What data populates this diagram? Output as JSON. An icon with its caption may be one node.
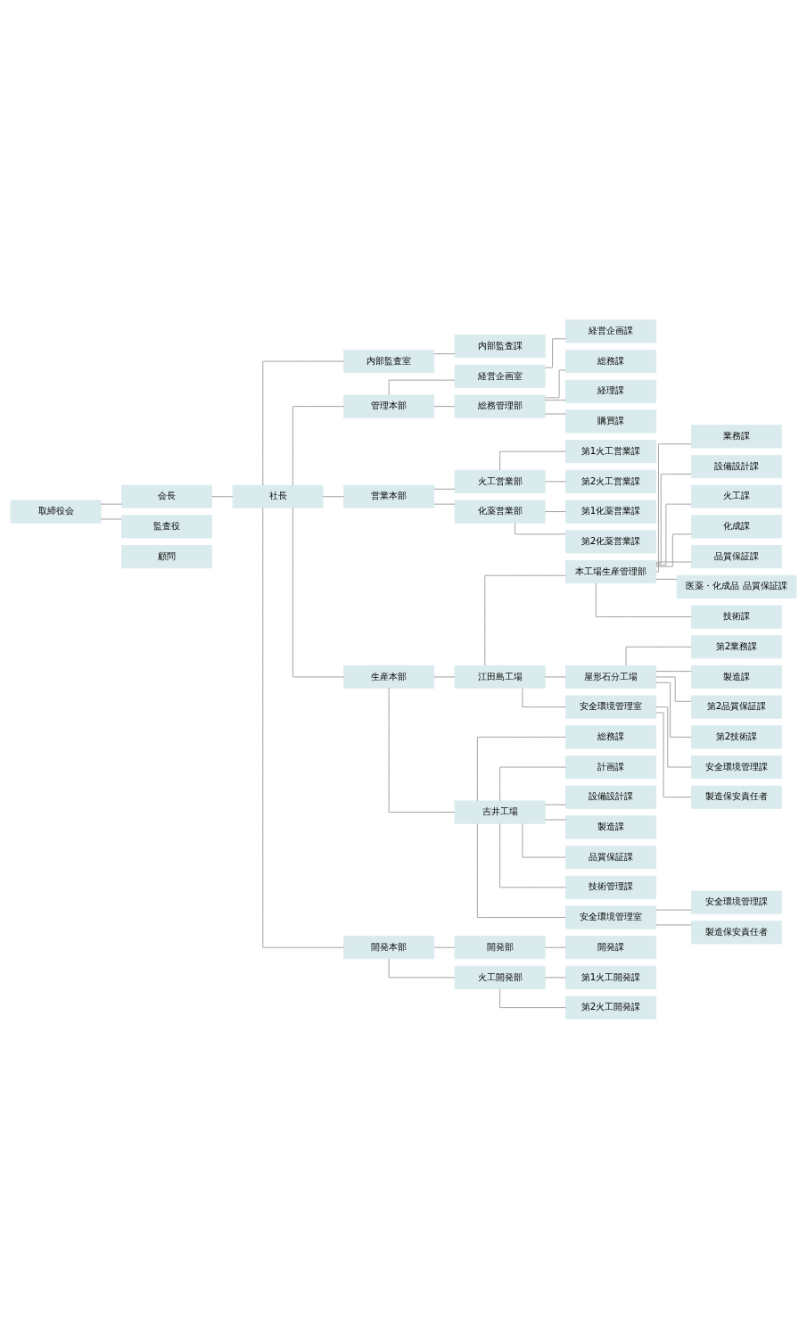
{
  "diagram": {
    "nodes": [
      {
        "text": [
          "取締役会"
        ]
      },
      {
        "text": [
          "会長"
        ]
      },
      {
        "text": [
          "社長"
        ]
      },
      {
        "text": [
          "監査役"
        ]
      },
      {
        "text": [
          "顧問"
        ]
      },
      {
        "text": [
          "内部監査室"
        ]
      },
      {
        "text": [
          "内部監査課"
        ]
      },
      {
        "text": [
          "管理本部"
        ]
      },
      {
        "text": [
          "経営企画室"
        ]
      },
      {
        "text": [
          "経営企画課"
        ]
      },
      {
        "text": [
          "総務管理部"
        ]
      },
      {
        "text": [
          "総務課"
        ]
      },
      {
        "text": [
          "経理課"
        ]
      },
      {
        "text": [
          "購買課"
        ]
      },
      {
        "text": [
          "営業本部"
        ]
      },
      {
        "text": [
          "火工営業部"
        ]
      },
      {
        "text": [
          "第1火工営業課"
        ]
      },
      {
        "text": [
          "第2火工営業課"
        ]
      },
      {
        "text": [
          "化薬営業部"
        ]
      },
      {
        "text": [
          "第1化薬営業課"
        ]
      },
      {
        "text": [
          "第2化薬営業課"
        ]
      },
      {
        "text": [
          "生産本部"
        ]
      },
      {
        "text": [
          "江田島工場"
        ]
      },
      {
        "text": [
          "本工場生産管理部"
        ]
      },
      {
        "text": [
          "業務課"
        ]
      },
      {
        "text": [
          "設備設計課"
        ]
      },
      {
        "text": [
          "火工課"
        ]
      },
      {
        "text": [
          "化成課"
        ]
      },
      {
        "text": [
          "品質保証課"
        ]
      },
      {
        "text": [
          "医薬・化成品 品質保証課"
        ]
      },
      {
        "text": [
          "技術課"
        ]
      },
      {
        "text": [
          "屋形石分工場"
        ]
      },
      {
        "text": [
          "第2業務課"
        ]
      },
      {
        "text": [
          "製造課"
        ]
      },
      {
        "text": [
          "第2品質保証課"
        ]
      },
      {
        "text": [
          "第2技術課"
        ]
      },
      {
        "text": [
          "安全環境管理室"
        ]
      },
      {
        "text": [
          "安全環境管理課"
        ]
      },
      {
        "text": [
          "製造保安責任者"
        ]
      },
      {
        "text": [
          "吉井工場"
        ]
      },
      {
        "text": [
          "総務課"
        ]
      },
      {
        "text": [
          "計画課"
        ]
      },
      {
        "text": [
          "設備設計課"
        ]
      },
      {
        "text": [
          "製造課"
        ]
      },
      {
        "text": [
          "品質保証課"
        ]
      },
      {
        "text": [
          "技術管理課"
        ]
      },
      {
        "text": [
          "安全環境管理室"
        ]
      },
      {
        "text": [
          "安全環境管理課"
        ]
      },
      {
        "text": [
          "製造保安責任者"
        ]
      },
      {
        "text": [
          "開発本部"
        ]
      },
      {
        "text": [
          "開発部"
        ]
      },
      {
        "text": [
          "開発課"
        ]
      },
      {
        "text": [
          "火工開発部"
        ]
      },
      {
        "text": [
          "第1火工開発課"
        ]
      },
      {
        "text": [
          "第2火工開発課"
        ]
      }
    ],
    "edges": [
      {
        "from": 0,
        "to": 1,
        "arrow": "none"
      },
      {
        "from": 0,
        "to": 3,
        "arrow": "none"
      },
      {
        "from": 1,
        "to": 2,
        "arrow": "none"
      },
      {
        "from": 2,
        "to": 5,
        "arrow": "none"
      },
      {
        "from": 2,
        "to": 7,
        "arrow": "none"
      },
      {
        "from": 2,
        "to": 14,
        "arrow": "none"
      },
      {
        "from": 2,
        "to": 21,
        "arrow": "none"
      },
      {
        "from": 2,
        "to": 49,
        "arrow": "none"
      },
      {
        "from": 5,
        "to": 6,
        "arrow": "none"
      },
      {
        "from": 7,
        "to": 8,
        "arrow": "none"
      },
      {
        "from": 7,
        "to": 10,
        "arrow": "none"
      },
      {
        "from": 8,
        "to": 9,
        "arrow": "none"
      },
      {
        "from": 10,
        "to": 11,
        "arrow": "none"
      },
      {
        "from": 10,
        "to": 12,
        "arrow": "none"
      },
      {
        "from": 10,
        "to": 13,
        "arrow": "none"
      },
      {
        "from": 14,
        "to": 15,
        "arrow": "none"
      },
      {
        "from": 14,
        "to": 18,
        "arrow": "none"
      },
      {
        "from": 15,
        "to": 16,
        "arrow": "none"
      },
      {
        "from": 15,
        "to": 17,
        "arrow": "none"
      },
      {
        "from": 18,
        "to": 19,
        "arrow": "none"
      },
      {
        "from": 18,
        "to": 20,
        "arrow": "none"
      },
      {
        "from": 21,
        "to": 22,
        "arrow": "none"
      },
      {
        "from": 21,
        "to": 39,
        "arrow": "none"
      },
      {
        "from": 22,
        "to": 23,
        "arrow": "none"
      },
      {
        "from": 22,
        "to": 31,
        "arrow": "none"
      },
      {
        "from": 22,
        "to": 36,
        "arrow": "none"
      },
      {
        "from": 23,
        "to": 24,
        "arrow": "none"
      },
      {
        "from": 23,
        "to": 25,
        "arrow": "none"
      },
      {
        "from": 23,
        "to": 26,
        "arrow": "none"
      },
      {
        "from": 23,
        "to": 27,
        "arrow": "none"
      },
      {
        "from": 23,
        "to": 28,
        "arrow": "none"
      },
      {
        "from": 23,
        "to": 29,
        "arrow": "none"
      },
      {
        "from": 23,
        "to": 30,
        "arrow": "none"
      },
      {
        "from": 31,
        "to": 32,
        "arrow": "none"
      },
      {
        "from": 31,
        "to": 33,
        "arrow": "none"
      },
      {
        "from": 31,
        "to": 34,
        "arrow": "none"
      },
      {
        "from": 31,
        "to": 35,
        "arrow": "none"
      },
      {
        "from": 36,
        "to": 37,
        "arrow": "none"
      },
      {
        "from": 36,
        "to": 38,
        "arrow": "none"
      },
      {
        "from": 39,
        "to": 40,
        "arrow": "none"
      },
      {
        "from": 39,
        "to": 41,
        "arrow": "none"
      },
      {
        "from": 39,
        "to": 42,
        "arrow": "none"
      },
      {
        "from": 39,
        "to": 43,
        "arrow": "none"
      },
      {
        "from": 39,
        "to": 44,
        "arrow": "none"
      },
      {
        "from": 39,
        "to": 45,
        "arrow": "none"
      },
      {
        "from": 39,
        "to": 46,
        "arrow": "none"
      },
      {
        "from": 46,
        "to": 47,
        "arrow": "none"
      },
      {
        "from": 46,
        "to": 48,
        "arrow": "none"
      },
      {
        "from": 49,
        "to": 50,
        "arrow": "none"
      },
      {
        "from": 49,
        "to": 52,
        "arrow": "none"
      },
      {
        "from": 50,
        "to": 51,
        "arrow": "none"
      },
      {
        "from": 52,
        "to": 53,
        "arrow": "none"
      },
      {
        "from": 52,
        "to": 54,
        "arrow": "none"
      }
    ]
  }
}
